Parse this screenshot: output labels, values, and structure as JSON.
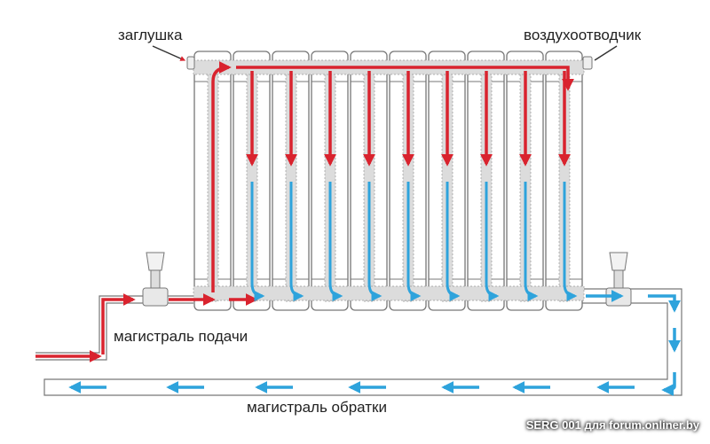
{
  "labels": {
    "plug": "заглушка",
    "air_vent": "воздухоотводчик",
    "supply_main": "магистраль подачи",
    "return_main": "магистраль обратки"
  },
  "watermark": "SERG 001 для forum.onliner.by",
  "radiator": {
    "sections": 10
  },
  "colors": {
    "hot": "#d9232e",
    "cold": "#2ea3dc",
    "outline": "#777777",
    "channel": "#dcdcdc"
  }
}
